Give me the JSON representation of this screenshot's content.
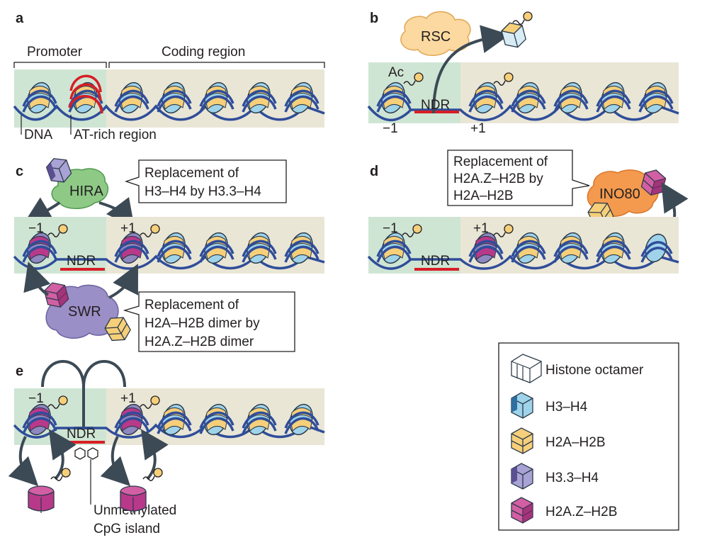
{
  "panels": {
    "a": {
      "label": "a",
      "promoter": "Promoter",
      "coding_region": "Coding region",
      "dna": "DNA",
      "at_rich": "AT-rich region"
    },
    "b": {
      "label": "b",
      "rsc": "RSC",
      "ac": "Ac",
      "ndr": "NDR",
      "minus1": "−1",
      "plus1": "+1"
    },
    "c": {
      "label": "c",
      "hira": "HIRA",
      "hira_callout": [
        "Replacement of",
        "H3–H4 by H3.3–H4"
      ],
      "minus1": "−1",
      "plus1": "+1",
      "ndr": "NDR",
      "swr": "SWR",
      "swr_callout": [
        "Replacement of",
        "H2A–H2B dimer by",
        "H2A.Z–H2B dimer"
      ]
    },
    "d": {
      "label": "d",
      "ino80": "INO80",
      "callout": [
        "Replacement of",
        "H2A.Z–H2B by",
        "H2A–H2B"
      ],
      "minus1": "−1",
      "plus1": "+1",
      "ndr": "NDR"
    },
    "e": {
      "label": "e",
      "minus1": "−1",
      "plus1": "+1",
      "ndr": "NDR",
      "cpg": [
        "Unmethylated",
        "CpG island"
      ]
    }
  },
  "legend": {
    "items": [
      {
        "label": "Histone octamer",
        "icon": "histone-octamer-icon"
      },
      {
        "label": "H3–H4",
        "icon": "h3-h4-icon"
      },
      {
        "label": "H2A–H2B",
        "icon": "h2a-h2b-icon"
      },
      {
        "label": "H3.3–H4",
        "icon": "h3-3-h4-icon"
      },
      {
        "label": "H2A.Z–H2B",
        "icon": "h2a-z-h2b-icon"
      }
    ]
  },
  "colors": {
    "promoter_bg": "#cfe5d4",
    "coding_bg": "#e9e6d6",
    "dna": "#2f4d9a",
    "ndr": "#d81e25",
    "h3_h4": "#9fd3ea",
    "h2a_h2b": "#f6cf7a",
    "h3_3_h4": "#8f87c0",
    "h2a_z_h2b": "#b8398a",
    "rsc": "#fbd9a0",
    "hira": "#8ec986",
    "swr": "#9a8fc6",
    "ino80": "#f39a4e",
    "arrow": "#3c4a55"
  }
}
